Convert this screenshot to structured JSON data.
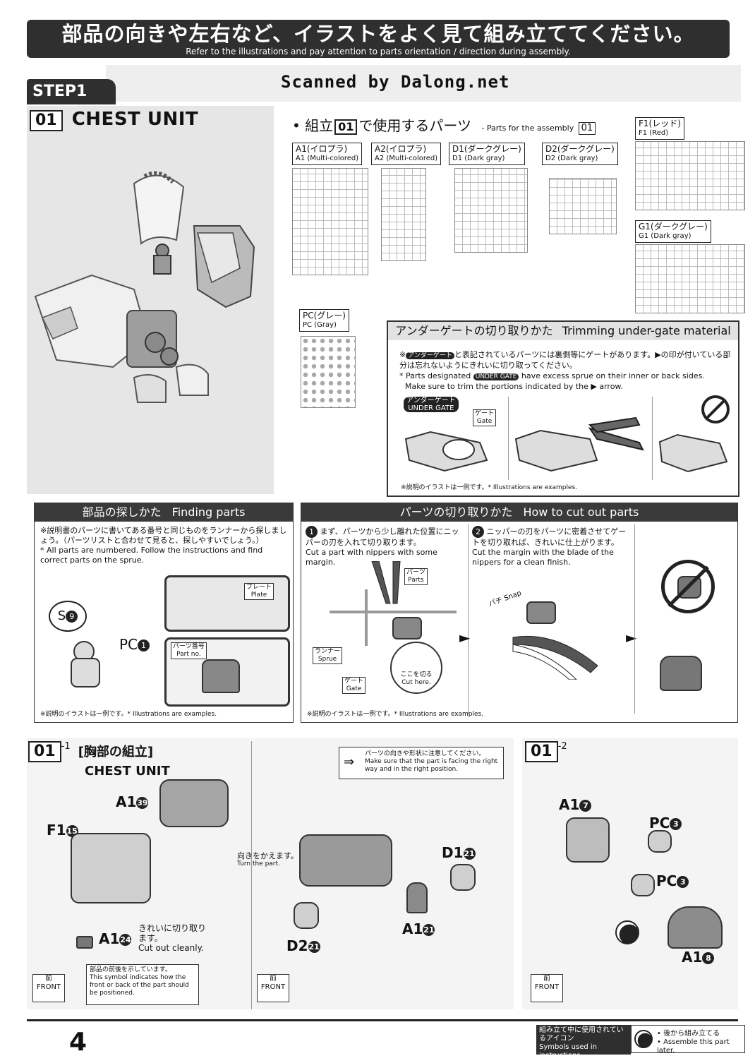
{
  "header": {
    "jp": "部品の向きや左右など、イラストをよく見て組み立ててください。",
    "en": "Refer to the illustrations and pay attention to parts orientation / direction during assembly."
  },
  "watermark": "Scanned by Dalong.net",
  "step": {
    "label": "STEP1"
  },
  "section01": {
    "num": "01",
    "title": "CHEST UNIT",
    "parts_heading_jp": "組立",
    "parts_heading_jp2": "で使用するパーツ",
    "parts_heading_en": "- Parts for the assembly",
    "runners": [
      {
        "jp": "A1(イロプラ)",
        "en": "A1 (Multi-colored)"
      },
      {
        "jp": "A2(イロプラ)",
        "en": "A2 (Multi-colored)"
      },
      {
        "jp": "D1(ダークグレー)",
        "en": "D1 (Dark gray)"
      },
      {
        "jp": "D2(ダークグレー)",
        "en": "D2 (Dark gray)"
      },
      {
        "jp": "F1(レッド)",
        "en": "F1 (Red)"
      },
      {
        "jp": "G1(ダークグレー)",
        "en": "G1 (Dark gray)"
      },
      {
        "jp": "PC(グレー)",
        "en": "PC (Gray)"
      }
    ]
  },
  "undergate": {
    "title_jp": "アンダーゲートの切り取りかた",
    "title_en": "Trimming under-gate material",
    "note_jp_prefix": "※",
    "badge": "アンダーゲート",
    "note_jp": "と表記されているパーツには裏側等にゲートがあります。▶の印が付いている部分は忘れないようにきれいに切り取ってください。",
    "note_en_1": "* Parts designated",
    "badge_en": "UNDER GATE",
    "note_en_2": "have excess sprue on their inner or back sides.",
    "note_en_3": "Make sure to trim the portions indicated by the ▶ arrow.",
    "label_jp": "アンダーゲート",
    "label_en": "UNDER GATE",
    "gate_jp": "ゲート",
    "gate_en": "Gate",
    "footnote": "※説明のイラストは一例です。* Illustrations are examples."
  },
  "finding": {
    "title_jp": "部品の探しかた",
    "title_en": "Finding parts",
    "note_jp": "※説明書のパーツに書いてある番号と同じものをランナーから探しましょう。（パーツリストと合わせて見ると、探しやすいでしょう。）",
    "note_en": "* All parts are numbered. Follow the instructions and find correct parts on the sprue.",
    "s_label": "S",
    "s_num": "9",
    "pc_label": "PC",
    "pc_num": "1",
    "plate_jp": "プレート",
    "plate_en": "Plate",
    "partno_jp": "パーツ番号",
    "partno_en": "Part no.",
    "footnote": "※説明のイラストは一例です。* Illustrations are examples."
  },
  "cutting": {
    "title_jp": "パーツの切り取りかた",
    "title_en": "How to cut out parts",
    "step1_jp": "まず、パーツから少し離れた位置にニッパーの刃を入れて切り取ります。",
    "step1_en": "Cut a part with nippers with some margin.",
    "step2_jp": "ニッパーの刃をパーツに密着させてゲートを切り取れば、きれいに仕上がります。",
    "step2_en": "Cut the margin with the blade of the nippers for a clean finish.",
    "parts_jp": "パーツ",
    "parts_en": "Parts",
    "runner_jp": "ランナー",
    "runner_en": "Sprue",
    "gate_jp": "ゲート",
    "gate_en": "Gate",
    "cut_jp": "ここを切る",
    "cut_en": "Cut here.",
    "snap_jp": "パチ",
    "snap_en": "Snap",
    "footnote": "※説明のイラストは一例です。* Illustrations are examples."
  },
  "section01_1": {
    "num": "01",
    "sub": "-1",
    "title_jp": "[胸部の組立]",
    "title_en": "CHEST UNIT",
    "parts": [
      {
        "runner": "A1",
        "num": "39"
      },
      {
        "runner": "F1",
        "num": "15"
      },
      {
        "runner": "A1",
        "num": "24"
      }
    ],
    "cut_jp": "きれいに切り取ります。",
    "cut_en": "Cut out cleanly.",
    "front_note_jp": "部品の前後を示しています。",
    "front_note_en": "This symbol indicates how the front or back of the part should be positioned.",
    "front_jp": "前",
    "front_en": "FRONT",
    "orient_jp": "パーツの向きや形状に注意してください。",
    "orient_en": "Make sure that the part is facing the right way and in the right position.",
    "turn_jp": "向きをかえます。",
    "turn_en": "Turn the part.",
    "parts2": [
      {
        "runner": "D1",
        "num": "21"
      },
      {
        "runner": "D2",
        "num": "21"
      },
      {
        "runner": "A1",
        "num": "21"
      }
    ]
  },
  "section01_2": {
    "num": "01",
    "sub": "-2",
    "parts": [
      {
        "runner": "A1",
        "num": "7"
      },
      {
        "runner": "PC",
        "num": "3"
      },
      {
        "runner": "PC",
        "num": "3"
      },
      {
        "runner": "A1",
        "num": "8"
      }
    ],
    "front_jp": "前",
    "front_en": "FRONT"
  },
  "footer": {
    "page": "4",
    "icons_jp": "組み立て中に使用されているアイコン",
    "icons_en": "Symbols used in instructions",
    "later_jp": "• 後から組み立てる",
    "later_en": "• Assemble this part later."
  }
}
